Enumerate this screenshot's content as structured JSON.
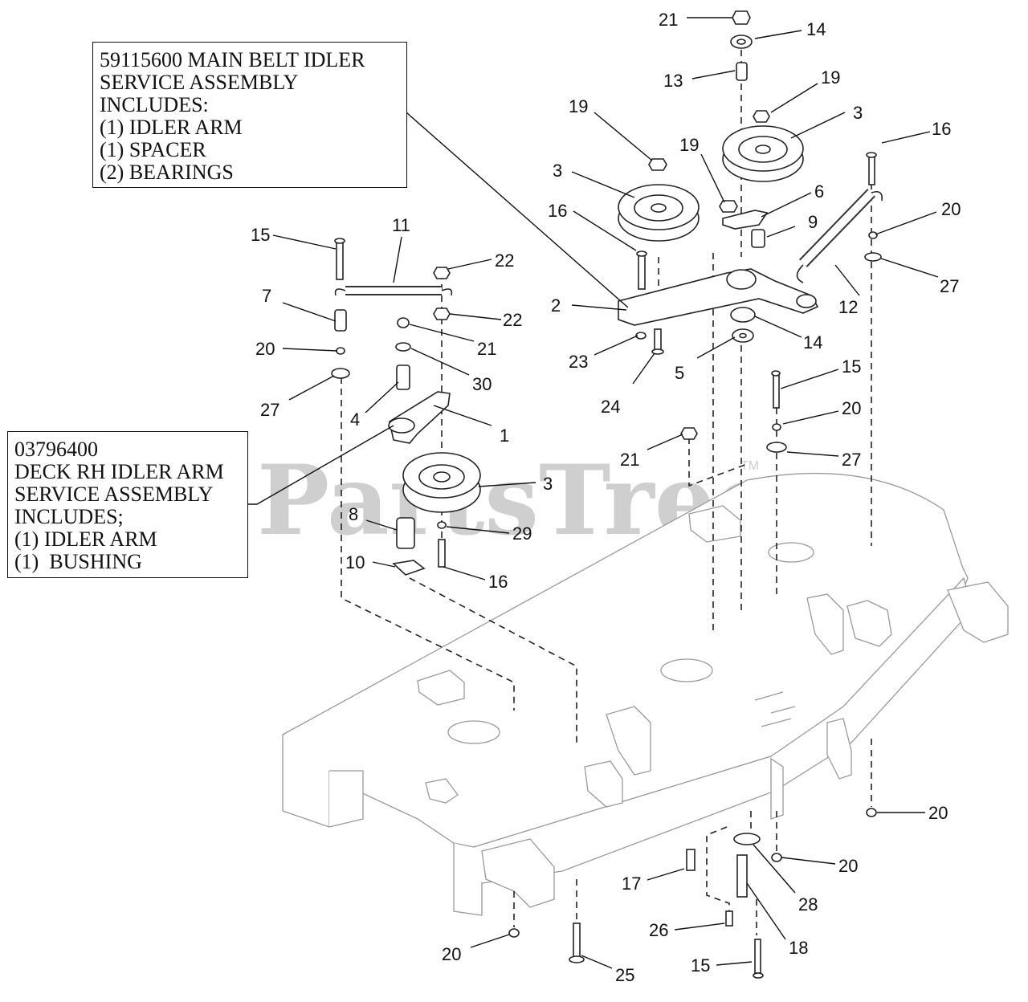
{
  "watermark": {
    "text": "PartsTree",
    "tm": "TM"
  },
  "callouts": [
    {
      "lines": [
        "59115600 MAIN BELT IDLER",
        "SERVICE ASSEMBLY",
        "INCLUDES:",
        "(1) IDLER ARM",
        "(1) SPACER",
        "(2) BEARINGS"
      ]
    },
    {
      "lines": [
        "03796400",
        "DECK RH IDLER ARM",
        "SERVICE ASSEMBLY",
        "INCLUDES;",
        "(1) IDLER ARM",
        "(1)  BUSHING"
      ]
    }
  ],
  "labels": [
    "21",
    "14",
    "13",
    "19",
    "3",
    "19",
    "16",
    "3",
    "19",
    "6",
    "16",
    "9",
    "20",
    "15",
    "11",
    "22",
    "2",
    "12",
    "27",
    "7",
    "22",
    "21",
    "14",
    "20",
    "23",
    "30",
    "24",
    "5",
    "27",
    "15",
    "4",
    "1",
    "20",
    "21",
    "27",
    "3",
    "8",
    "29",
    "10",
    "16",
    "20",
    "20",
    "17",
    "28",
    "26",
    "18",
    "20",
    "25",
    "15"
  ]
}
